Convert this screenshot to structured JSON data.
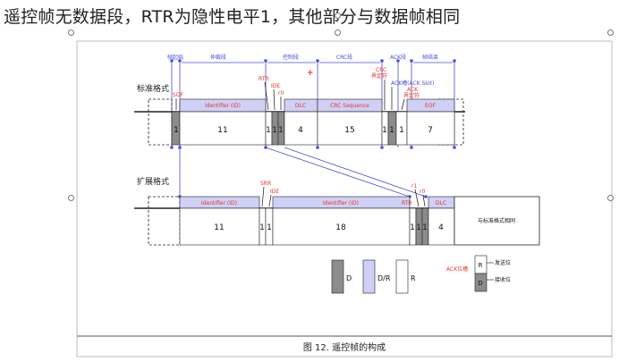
{
  "heading": "遥控帧无数据段，RTR为隐性电平1，其他部分与数据帧相同",
  "caption": "图 12.   遥控帧的构成",
  "top_labels": {
    "sof": "帧起始",
    "arbitration": "仲裁段",
    "control": "控制段",
    "crc": "CRC段",
    "ack": "ACK段",
    "eof": "帧结束"
  },
  "standard": {
    "title": "标准格式",
    "sof_tag": "SOF",
    "rtr_tag": "RTR",
    "ide_tag": "IDE",
    "r0_tag": "r0",
    "crc_delim_tag_1": "CRC",
    "crc_delim_tag_2": "界定符",
    "ack_slot_tag": "ACK槽(ACK Slot)",
    "ack_delim_tag_1": "ACK",
    "ack_delim_tag_2": "界定符",
    "fields": {
      "sof": "1",
      "identifier_label": "Identifier (ID)",
      "identifier": "11",
      "rtr": "1",
      "ide": "1",
      "r0": "1",
      "dlc_label": "DLC",
      "dlc": "4",
      "crc_label": "CRC Sequence",
      "crc": "15",
      "crc_delim": "1",
      "ack_slot": "1",
      "ack_delim": "1",
      "eof_label": "EOF",
      "eof": "7"
    }
  },
  "extended": {
    "title": "扩展格式",
    "srr_tag": "SRR",
    "ide_tag": "IDE",
    "rtr_tag": "RTR",
    "r1_tag": "r1",
    "r0_tag": "r0",
    "fields": {
      "identifier_label": "Identifier (ID)",
      "identifier": "11",
      "srr": "1",
      "ide": "1",
      "identifier2_label": "Identifier (ID)",
      "identifier2": "18",
      "rtr": "1",
      "r1": "1",
      "r0": "1",
      "dlc_label": "DLC",
      "dlc": "4",
      "rest": "与标准格式相同"
    }
  },
  "legend": {
    "d": "D",
    "dr": "D/R",
    "r": "R",
    "ack_slot": "ACK位槽",
    "send": "发送位",
    "receive": "接收位",
    "r_small": "R",
    "d_small": "D"
  },
  "colors": {
    "blue": "#4a4fd4",
    "red": "#e8342c",
    "field_fill": "#cfd0f5",
    "gray": "#8c8c8c"
  }
}
